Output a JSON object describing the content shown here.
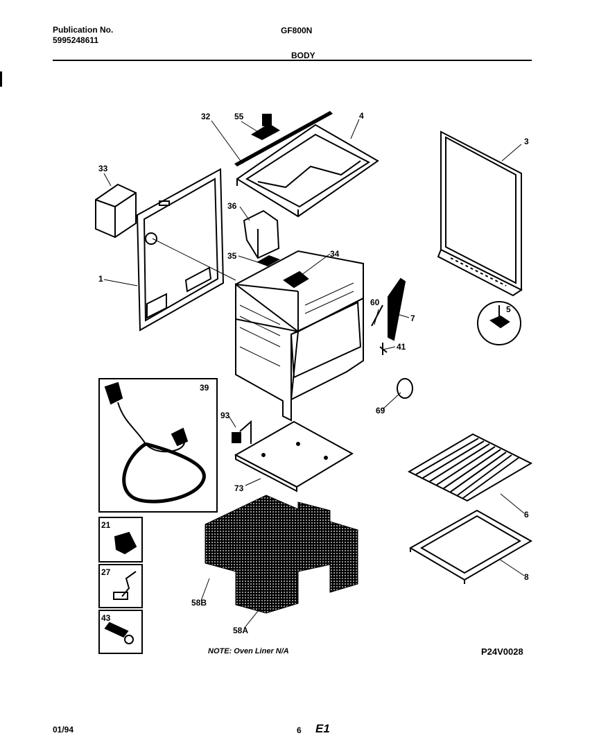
{
  "header": {
    "publication_label": "Publication No.",
    "publication_number": "5995248611",
    "model": "GF800N",
    "section": "BODY"
  },
  "callouts": [
    "32",
    "55",
    "4",
    "3",
    "33",
    "36",
    "35",
    "34",
    "1",
    "60",
    "7",
    "5",
    "41",
    "69",
    "39",
    "93",
    "73",
    "6",
    "21",
    "27",
    "58B",
    "58A",
    "8",
    "43"
  ],
  "note": "NOTE: Oven Liner N/A",
  "diagram_code": "P24V0028",
  "footer": {
    "date": "01/94",
    "page": "6",
    "mark": "E1"
  },
  "colors": {
    "ink": "#000000",
    "paper": "#ffffff"
  }
}
